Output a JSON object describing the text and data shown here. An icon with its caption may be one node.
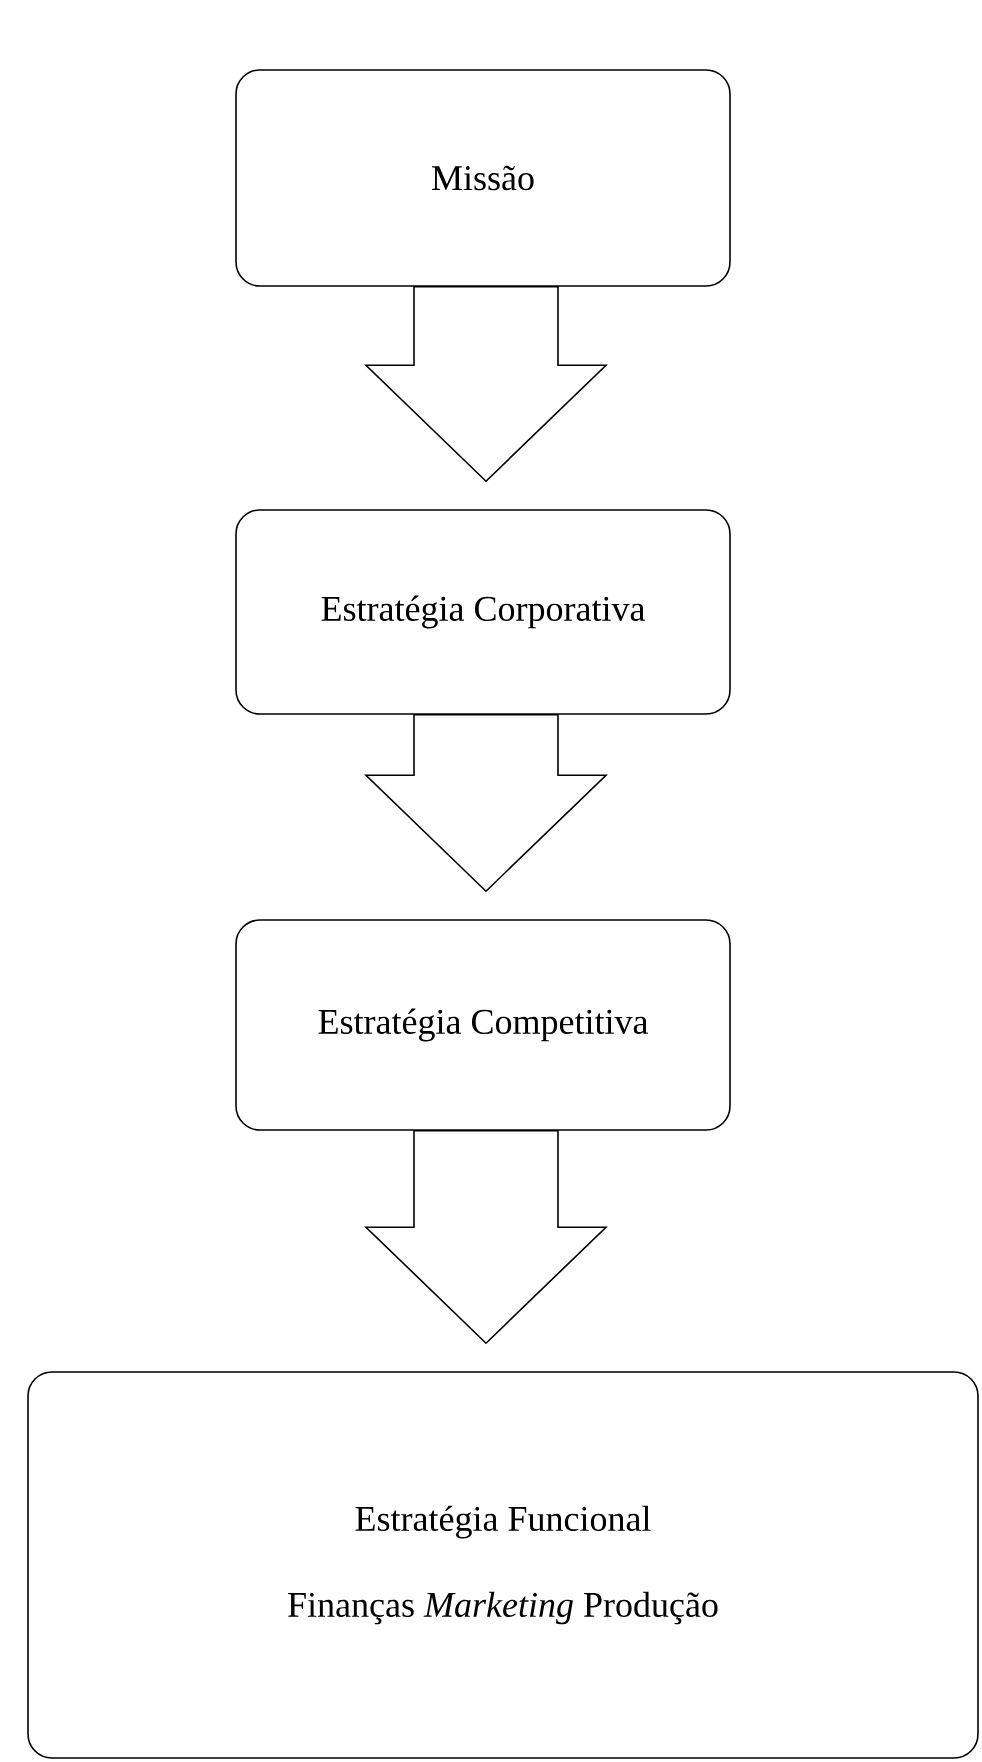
{
  "diagram": {
    "nodes": [
      {
        "text": [
          "Missão"
        ]
      },
      {
        "text": [
          "Estratégia Corporativa"
        ]
      },
      {
        "text": [
          "Estratégia Competitiva"
        ]
      },
      {
        "text": [
          "Estratégia Funcional",
          "Finanças      *Marketing*      Produção"
        ]
      }
    ],
    "edges": [
      {
        "from": 0,
        "to": 1,
        "arrow": "to"
      },
      {
        "from": 1,
        "to": 2,
        "arrow": "to"
      },
      {
        "from": 2,
        "to": 3,
        "arrow": "to"
      }
    ]
  }
}
